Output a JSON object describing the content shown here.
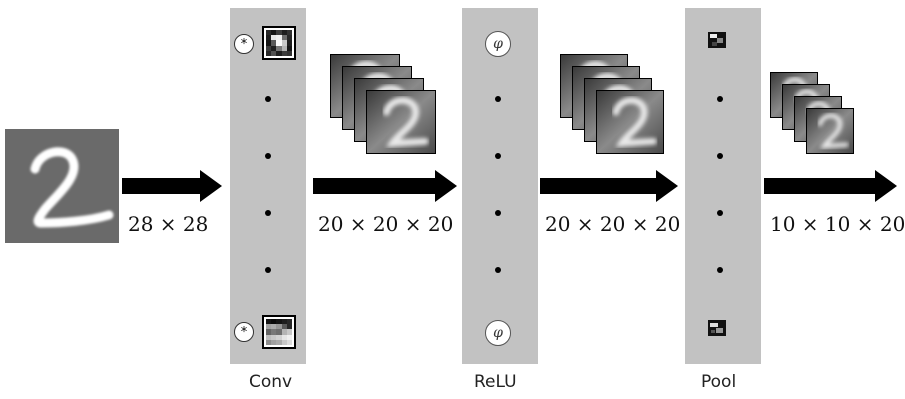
{
  "input": {
    "label": "28 × 28"
  },
  "layers": [
    {
      "id": "conv",
      "label": "Conv",
      "operator_top": "*",
      "operator_bottom": "*",
      "output_dims": "20 × 20 × 20"
    },
    {
      "id": "relu",
      "label": "ReLU",
      "operator_top": "φ",
      "operator_bottom": "φ",
      "output_dims": "20 × 20 × 20"
    },
    {
      "id": "pool",
      "label": "Pool",
      "output_dims": "10 × 10 × 20"
    }
  ],
  "colors": {
    "column_bg": "#c2c2c2",
    "arrow": "#000000",
    "input_bg": "#6a6a6a"
  },
  "icons": {
    "convolution": "asterisk-icon",
    "activation": "phi-icon"
  }
}
